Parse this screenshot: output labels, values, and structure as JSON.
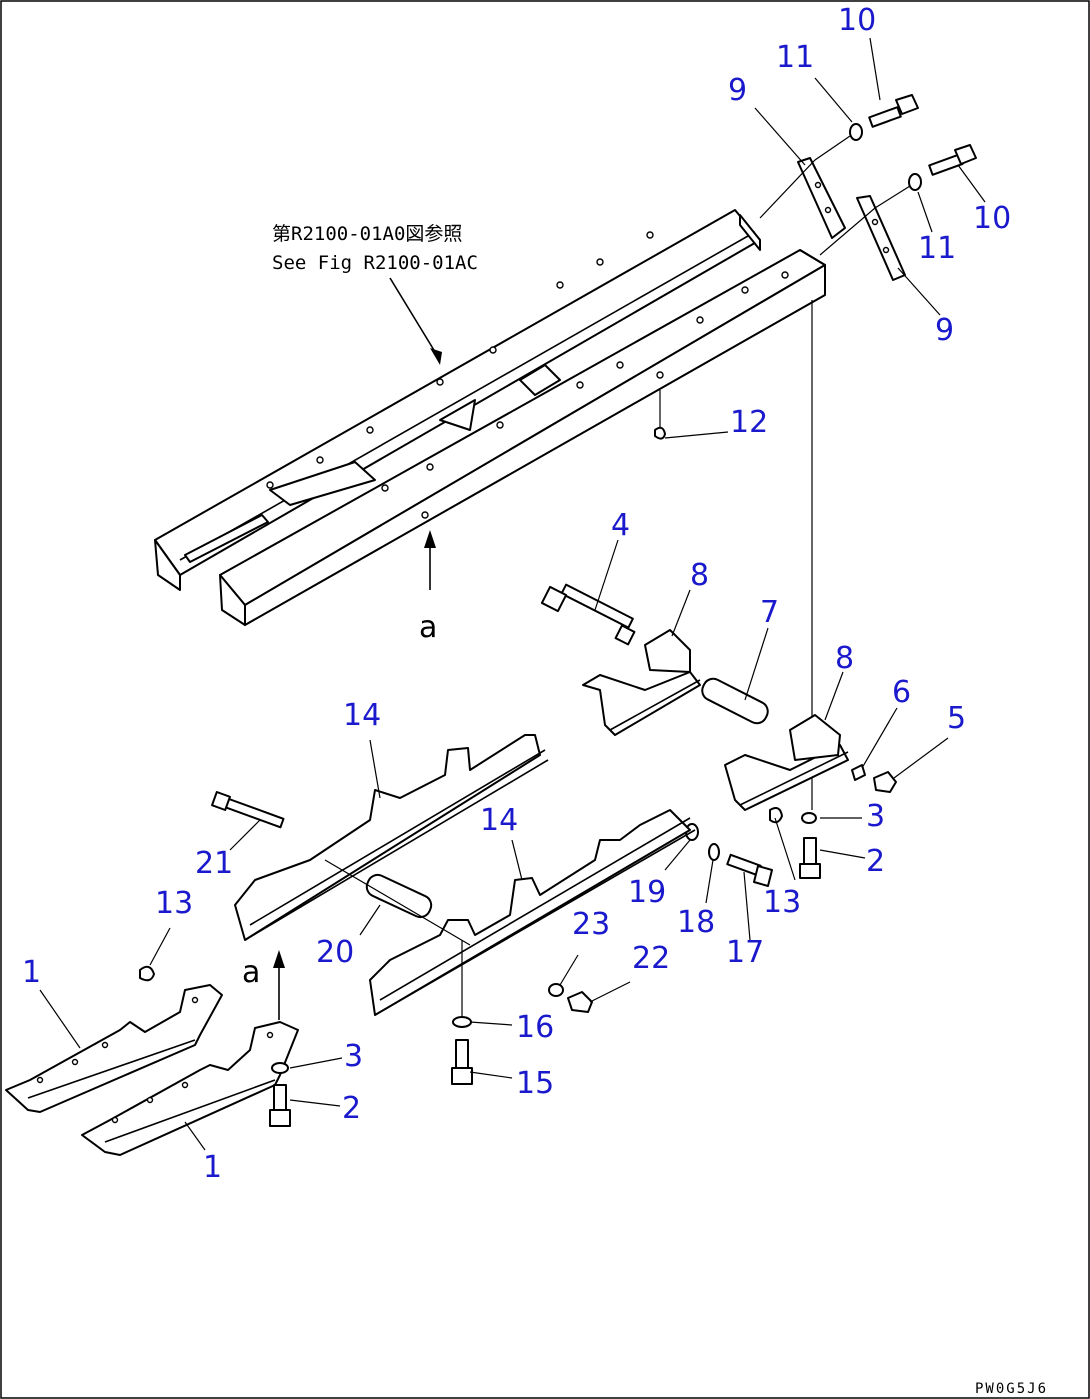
{
  "diagram": {
    "reference_note": {
      "line1": "第R2100-01A0図参照",
      "line2": "See Fig R2100-01AC"
    },
    "view_markers": [
      "a",
      "a"
    ],
    "drawing_code": "PW0G5J6",
    "callouts": [
      {
        "id": "c10a",
        "label": "10"
      },
      {
        "id": "c11a",
        "label": "11"
      },
      {
        "id": "c9a",
        "label": "9"
      },
      {
        "id": "c10b",
        "label": "10"
      },
      {
        "id": "c11b",
        "label": "11"
      },
      {
        "id": "c9b",
        "label": "9"
      },
      {
        "id": "c12",
        "label": "12"
      },
      {
        "id": "c4",
        "label": "4"
      },
      {
        "id": "c8a",
        "label": "8"
      },
      {
        "id": "c7",
        "label": "7"
      },
      {
        "id": "c8b",
        "label": "8"
      },
      {
        "id": "c6",
        "label": "6"
      },
      {
        "id": "c5",
        "label": "5"
      },
      {
        "id": "c3a",
        "label": "3"
      },
      {
        "id": "c2a",
        "label": "2"
      },
      {
        "id": "c13a",
        "label": "13"
      },
      {
        "id": "c17",
        "label": "17"
      },
      {
        "id": "c18",
        "label": "18"
      },
      {
        "id": "c19",
        "label": "19"
      },
      {
        "id": "c14a",
        "label": "14"
      },
      {
        "id": "c14b",
        "label": "14"
      },
      {
        "id": "c21",
        "label": "21"
      },
      {
        "id": "c20",
        "label": "20"
      },
      {
        "id": "c23",
        "label": "23"
      },
      {
        "id": "c22",
        "label": "22"
      },
      {
        "id": "c16",
        "label": "16"
      },
      {
        "id": "c15",
        "label": "15"
      },
      {
        "id": "c13b",
        "label": "13"
      },
      {
        "id": "c1a",
        "label": "1"
      },
      {
        "id": "c1b",
        "label": "1"
      },
      {
        "id": "c3b",
        "label": "3"
      },
      {
        "id": "c2b",
        "label": "2"
      }
    ]
  }
}
